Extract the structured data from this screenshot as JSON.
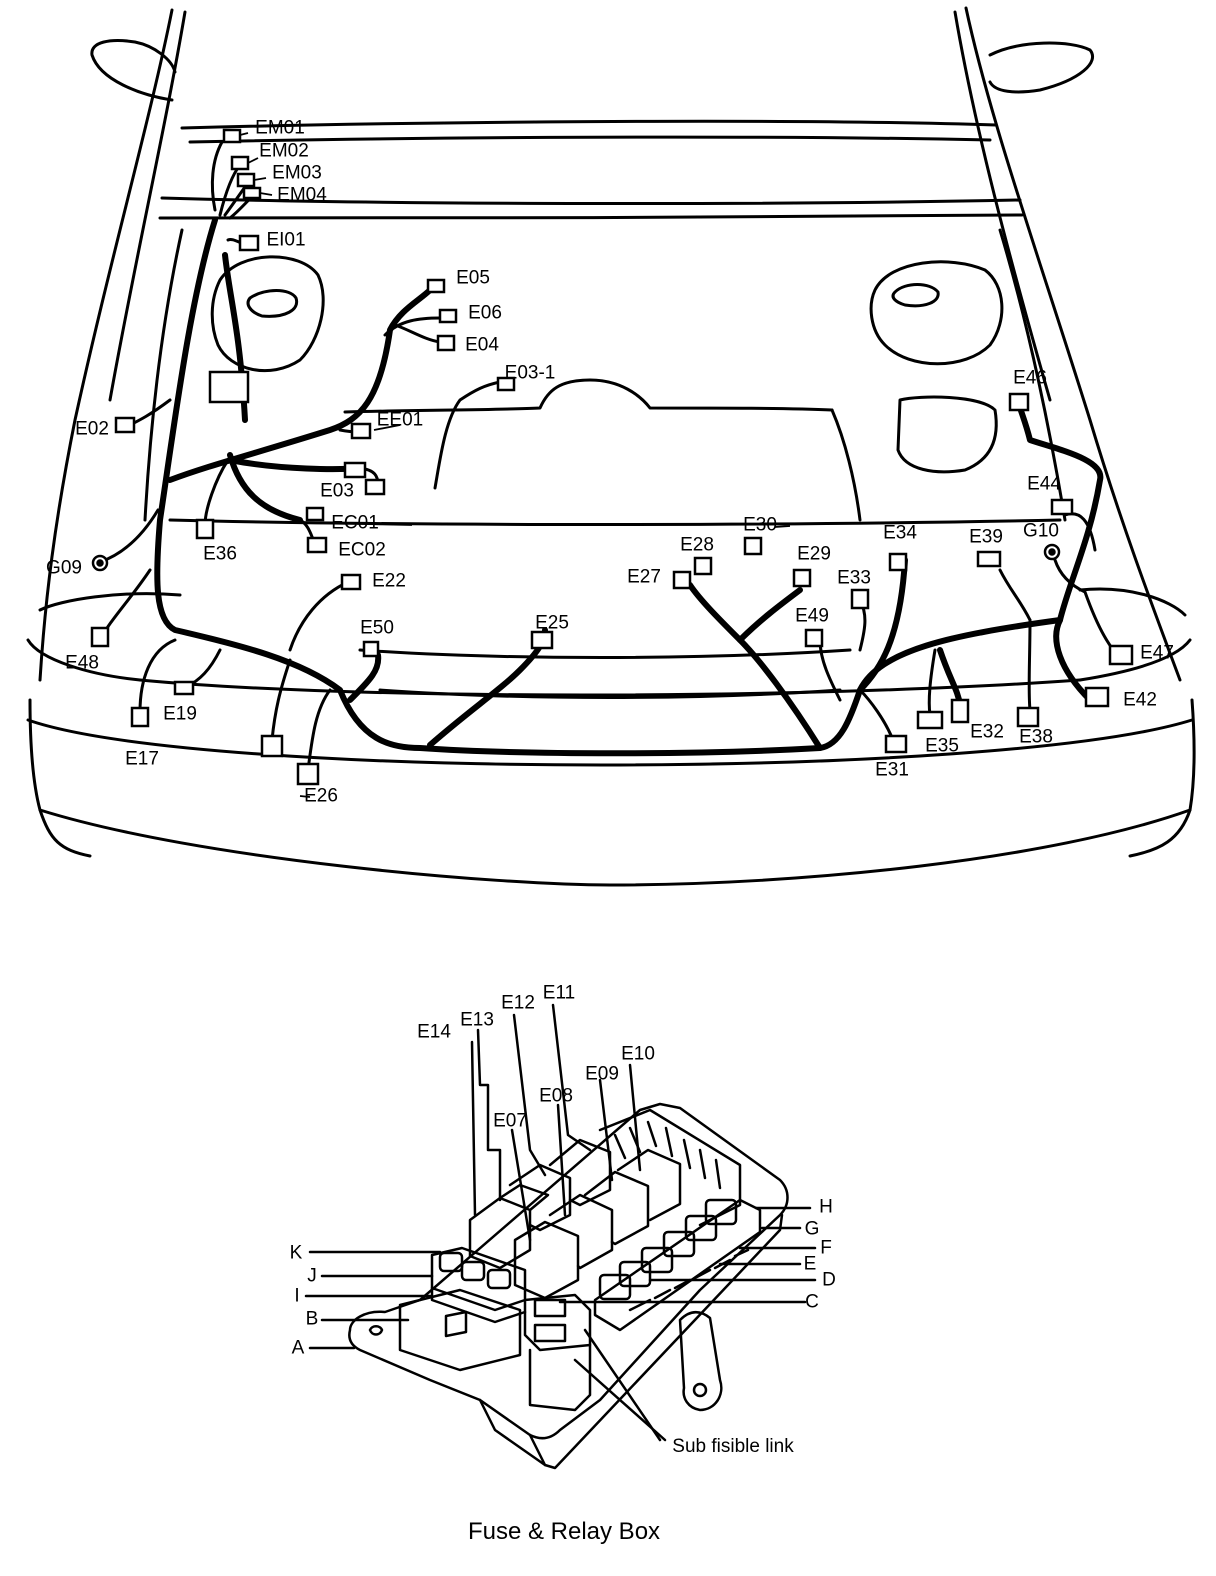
{
  "engine_labels": [
    "EM01",
    "EM02",
    "EM03",
    "EM04",
    "EI01",
    "E05",
    "E06",
    "E04",
    "E03-1",
    "E02",
    "EE01",
    "E03",
    "EC01",
    "EC02",
    "E36",
    "G09",
    "E48",
    "E19",
    "E17",
    "E26",
    "E22",
    "E50",
    "E25",
    "E27",
    "E28",
    "E30",
    "E29",
    "E33",
    "E34",
    "E49",
    "E39",
    "G10",
    "E44",
    "E46",
    "E47",
    "E42",
    "E38",
    "E32",
    "E35",
    "E31"
  ],
  "box_labels": [
    "E14",
    "E13",
    "E12",
    "E11",
    "E10",
    "E09",
    "E08",
    "E07",
    "K",
    "J",
    "I",
    "B",
    "A",
    "H",
    "G",
    "F",
    "E",
    "D",
    "C"
  ],
  "sub_fusible_link": "Sub fisible link",
  "caption": "Fuse & Relay Box"
}
